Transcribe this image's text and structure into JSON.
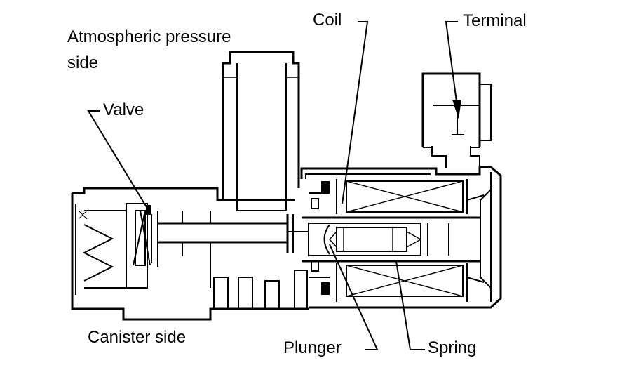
{
  "labels": {
    "atmospheric_line1": "Atmospheric pressure",
    "atmospheric_line2": "side",
    "coil": "Coil",
    "terminal": "Terminal",
    "valve": "Valve",
    "canister": "Canister side",
    "plunger": "Plunger",
    "spring": "Spring"
  }
}
